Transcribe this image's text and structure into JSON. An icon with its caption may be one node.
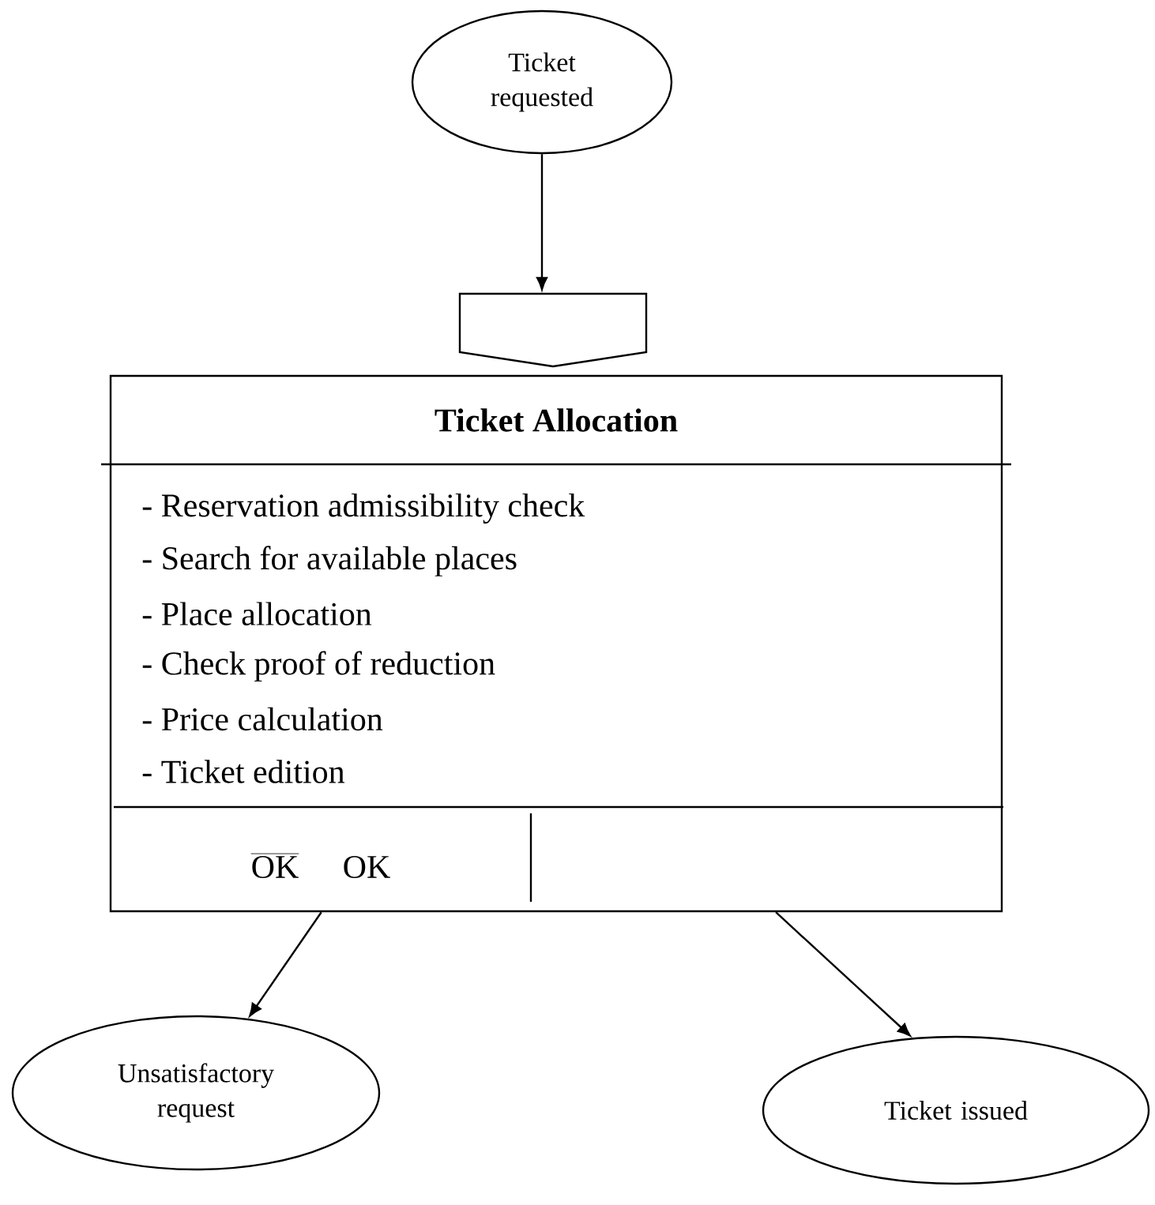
{
  "diagram": {
    "nodes": [
      {
        "text": [
          "Ticket requested"
        ]
      },
      {
        "text": [],
        "shape": "pentagon"
      },
      {
        "text": [
          "Ticket Allocation",
          "- Reservation admissibility check",
          "- Search for available places",
          "- Place allocation",
          "- Check proof of reduction",
          "- Price calculation",
          "- Ticket edition"
        ]
      },
      {
        "text": [
          "Unsatisfactory request"
        ]
      },
      {
        "text": [
          "Ticket issued"
        ]
      }
    ],
    "edges": [
      {
        "from": 0,
        "to": 1,
        "arrow": "to"
      },
      {
        "from": 2,
        "to": 3,
        "arrow": "to"
      },
      {
        "from": 2,
        "to": 4,
        "arrow": "to"
      }
    ],
    "labels": [
      "OK",
      "OK"
    ]
  }
}
